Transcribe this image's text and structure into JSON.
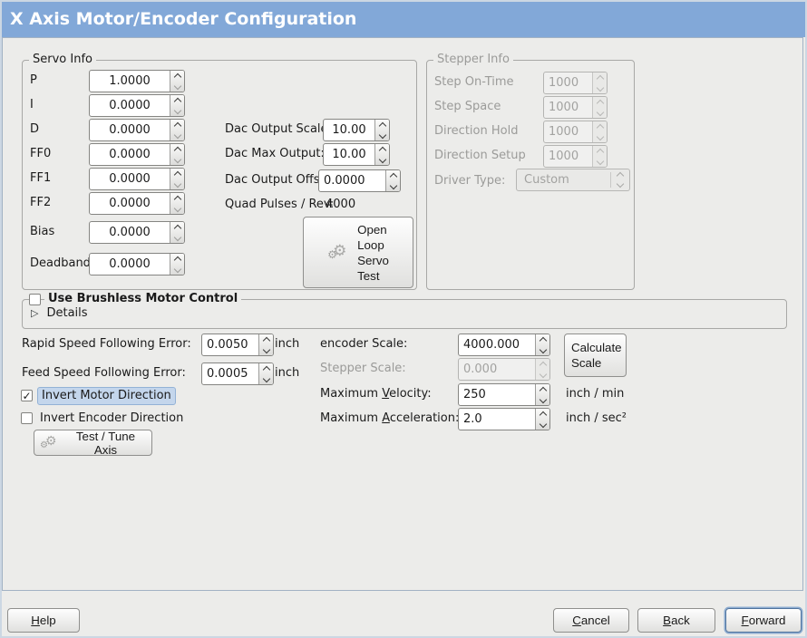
{
  "title": "X Axis Motor/Encoder Configuration",
  "colors": {
    "titlebar": "#82a8d8",
    "panel_bg": "#ececea",
    "focus_highlight": "#c4d6ec",
    "panel_border": "#a2b2c4"
  },
  "servo": {
    "frame_label": "Servo Info",
    "rows": [
      {
        "label": "P",
        "value": "1.0000"
      },
      {
        "label": "I",
        "value": "0.0000"
      },
      {
        "label": "D",
        "value": "0.0000"
      },
      {
        "label": "FF0",
        "value": "0.0000"
      },
      {
        "label": "FF1",
        "value": "0.0000"
      },
      {
        "label": "FF2",
        "value": "0.0000"
      },
      {
        "label": "Bias",
        "value": "0.0000"
      },
      {
        "label": "Deadband",
        "value": "0.0000"
      }
    ],
    "dac_rows": [
      {
        "label": "Dac Output Scale:",
        "value": "10.00"
      },
      {
        "label": "Dac Max Output:",
        "value": "10.00"
      },
      {
        "label": "Dac Output Offset:",
        "value": "0.0000"
      }
    ],
    "quad_label": "Quad Pulses / Rev:",
    "quad_value": "4000",
    "open_loop_button_label": "Open\nLoop\nServo\nTest"
  },
  "stepper": {
    "frame_label": "Stepper Info",
    "rows": [
      {
        "label": "Step On-Time",
        "value": "1000"
      },
      {
        "label": "Step Space",
        "value": "1000"
      },
      {
        "label": "Direction Hold",
        "value": "1000"
      },
      {
        "label": "Direction Setup",
        "value": "1000"
      }
    ],
    "driver_type_label": "Driver Type:",
    "driver_type_value": "Custom"
  },
  "brushless": {
    "checkbox_label": "Use Brushless Motor Control",
    "checked": false,
    "details_label": "Details"
  },
  "errors": {
    "rows": [
      {
        "label": "Rapid Speed Following Error:",
        "value": "0.0050",
        "unit": "inch"
      },
      {
        "label": "Feed Speed Following Error:",
        "value": "0.0005",
        "unit": "inch"
      }
    ]
  },
  "inverts": {
    "motor": {
      "label": "Invert Motor Direction",
      "checked": true
    },
    "encoder": {
      "label": "Invert Encoder Direction",
      "checked": false
    }
  },
  "test_tune_button_label": "Test / Tune Axis",
  "scales": {
    "encoder_label": "encoder Scale:",
    "encoder_value": "4000.000",
    "calculate_button_label": "Calculate\nScale",
    "stepper_label": "Stepper Scale:",
    "stepper_value": "0.000",
    "velocity": {
      "pre": "Maximum ",
      "mn": "V",
      "post": "elocity:",
      "value": "250",
      "unit": "inch / min"
    },
    "acceleration": {
      "pre": "Maximum ",
      "mn": "A",
      "post": "cceleration:",
      "value": "2.0",
      "unit": "inch / sec²"
    }
  },
  "footer": {
    "help": {
      "mn": "H",
      "rest": "elp"
    },
    "cancel": {
      "mn": "C",
      "rest": "ancel"
    },
    "back": {
      "mn": "B",
      "rest": "ack"
    },
    "forward": {
      "mn": "F",
      "rest": "orward"
    }
  }
}
